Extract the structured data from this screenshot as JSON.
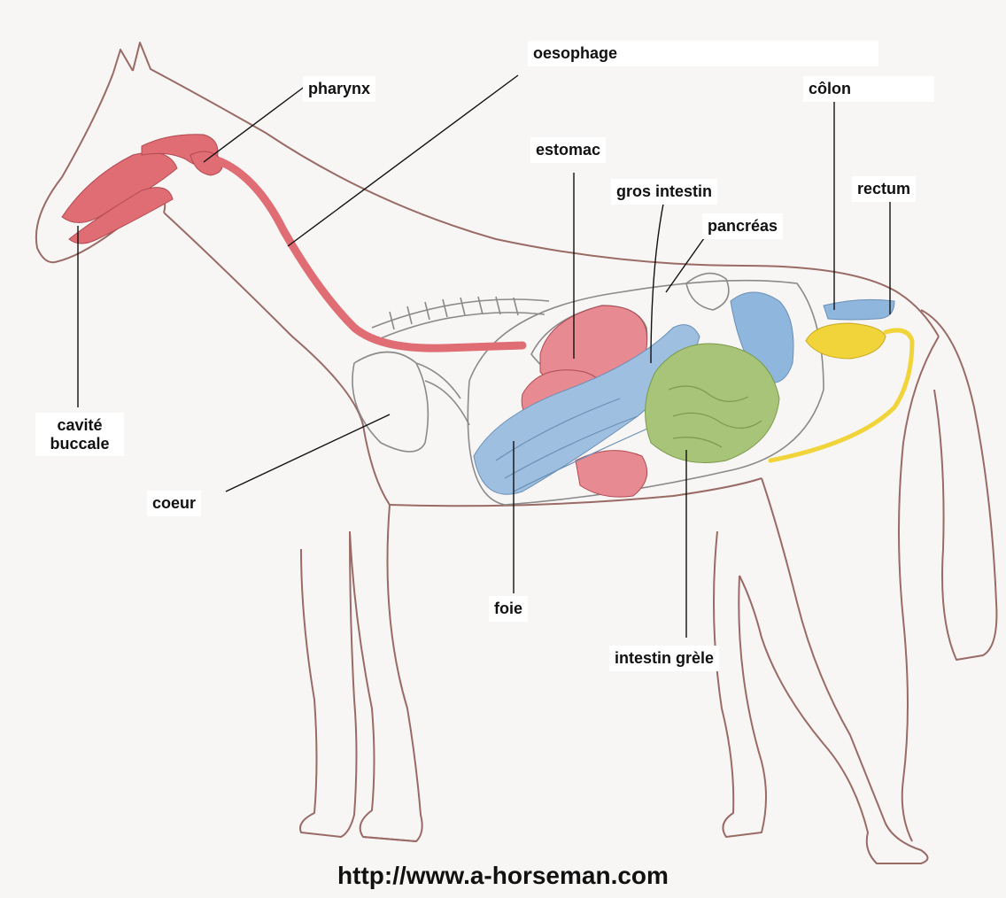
{
  "labels": {
    "oesophage": "oesophage",
    "pharynx": "pharynx",
    "colon": "côlon",
    "estomac": "estomac",
    "gros_intestin": "gros intestin",
    "rectum": "rectum",
    "pancreas": "pancréas",
    "cavite_line1": "cavité",
    "cavite_line2": "buccale",
    "coeur": "coeur",
    "foie": "foie",
    "intestin_grele": "intestin grèle"
  },
  "footer": "http://www.a-horseman.com",
  "colors": {
    "outline": "#9a6b66",
    "red_organs": "#e06c74",
    "blue_organs": "#8fb6dc",
    "green_organs": "#9dba6a",
    "yellow_organs": "#f0d43a",
    "inner_lines": "#8a8a8a"
  }
}
